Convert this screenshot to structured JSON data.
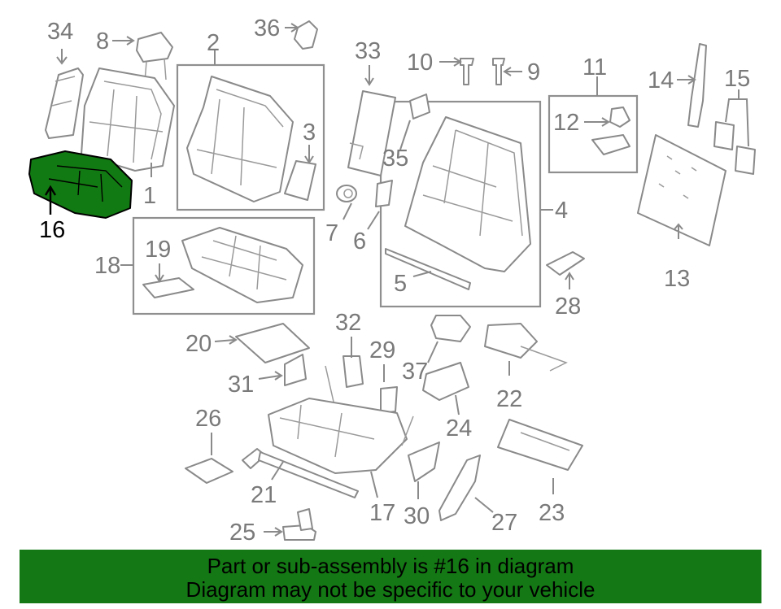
{
  "diagram": {
    "highlight_color": "#127a12",
    "highlighted_part": "16",
    "callouts": {
      "p1": "1",
      "p2": "2",
      "p3": "3",
      "p4": "4",
      "p5": "5",
      "p6": "6",
      "p7": "7",
      "p8": "8",
      "p9": "9",
      "p10": "10",
      "p11": "11",
      "p12": "12",
      "p13": "13",
      "p14": "14",
      "p15": "15",
      "p16": "16",
      "p17": "17",
      "p18": "18",
      "p19": "19",
      "p20": "20",
      "p21": "21",
      "p22": "22",
      "p23": "23",
      "p24": "24",
      "p25": "25",
      "p26": "26",
      "p27": "27",
      "p28": "28",
      "p29": "29",
      "p30": "30",
      "p31": "31",
      "p32": "32",
      "p33": "33",
      "p34": "34",
      "p35": "35",
      "p36": "36",
      "p37": "37"
    }
  },
  "banner": {
    "background": "#147814",
    "line1": "Part or sub-assembly is #16 in diagram",
    "line2": "Diagram may not be specific to your vehicle"
  }
}
